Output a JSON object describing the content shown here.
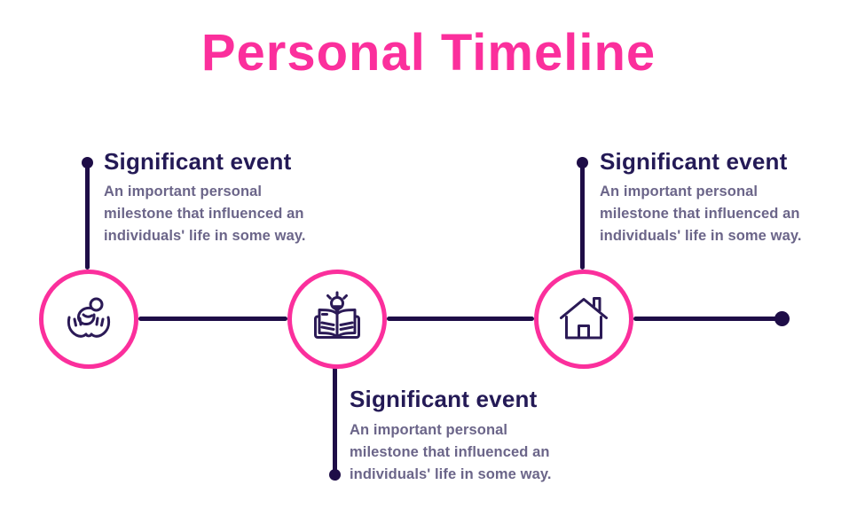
{
  "title": "Personal Timeline",
  "colors": {
    "pink": "#fb2f9c",
    "heading": "#241a56",
    "line": "#1e0d47",
    "icon_stroke": "#2b1a56",
    "body": "#6b6589",
    "background": "#ffffff"
  },
  "events": [
    {
      "heading": "Significant event",
      "description": "An important personal milestone that influenced an individuals' life in some way.",
      "icon": "hands-holding-baby-icon",
      "position": "top-left"
    },
    {
      "heading": "Significant event",
      "description": "An important personal milestone that influenced an individuals' life in some way.",
      "icon": "open-book-lightbulb-icon",
      "position": "bottom-center"
    },
    {
      "heading": "Significant event",
      "description": "An important personal milestone that influenced an individuals' life in some way.",
      "icon": "house-icon",
      "position": "top-right"
    }
  ]
}
